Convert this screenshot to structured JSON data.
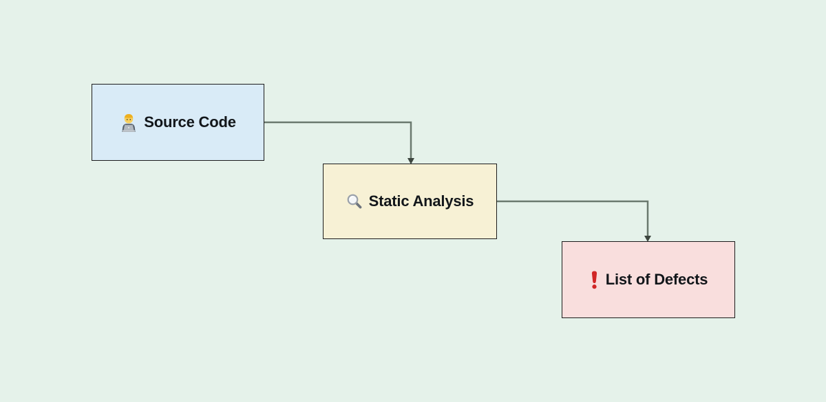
{
  "diagram": {
    "type": "flowchart",
    "colors": {
      "background": "#e5f2ea",
      "node_border": "#1b1b1b",
      "label_text": "#12161a",
      "connector": "#6a796e",
      "arrowhead": "#3d463f",
      "exclamation_red": "#d12626",
      "source_code_fill": "#d9ebf7",
      "static_analysis_fill": "#f7f1d5",
      "list_of_defects_fill": "#f9dedd"
    },
    "nodes": [
      {
        "id": "source-code",
        "icon": "technologist-icon",
        "label": "Source Code",
        "fill": "#d9ebf7"
      },
      {
        "id": "static-analysis",
        "icon": "magnifying-glass-icon",
        "label": "Static Analysis",
        "fill": "#f7f1d5"
      },
      {
        "id": "list-of-defects",
        "icon": "exclamation-mark-icon",
        "label": "List of Defects",
        "fill": "#f9dedd"
      }
    ],
    "edges": [
      {
        "from": "source-code",
        "to": "static-analysis"
      },
      {
        "from": "static-analysis",
        "to": "list-of-defects"
      }
    ]
  }
}
